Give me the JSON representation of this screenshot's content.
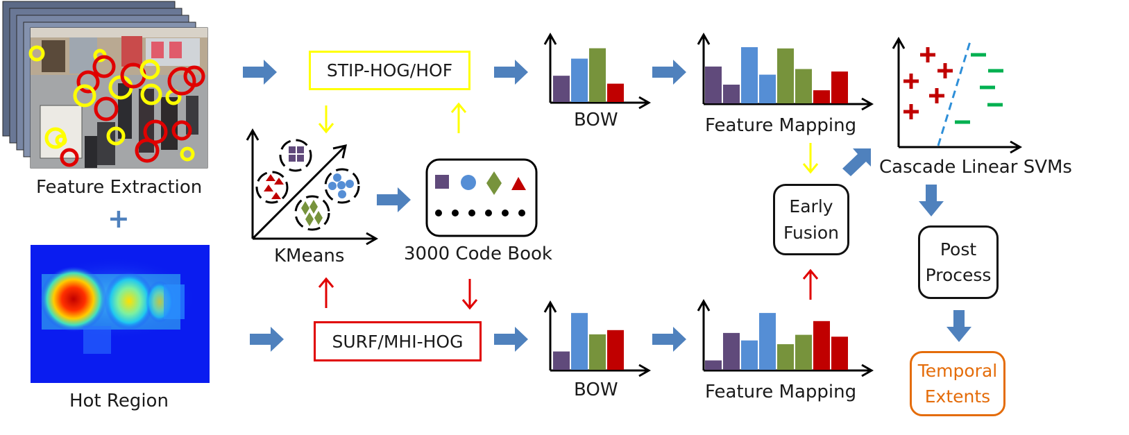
{
  "labels": {
    "feature_extraction": "Feature Extraction",
    "plus": "+",
    "hot_region": "Hot Region",
    "kmeans": "KMeans",
    "code_book": "3000 Code Book",
    "bow_top": "BOW",
    "bow_bottom": "BOW",
    "feature_mapping_top": "Feature Mapping",
    "feature_mapping_bottom": "Feature Mapping",
    "cascade_svms": "Cascade Linear SVMs"
  },
  "boxes": {
    "stip": "STIP-HOG/HOF",
    "surf": "SURF/MHI-HOG",
    "early_fusion_1": "Early",
    "early_fusion_2": "Fusion",
    "post_process_1": "Post",
    "post_process_2": "Process",
    "temporal_1": "Temporal",
    "temporal_2": "Extents"
  },
  "colors": {
    "arrow_blue": "#4f81bd",
    "yellow": "#ffff00",
    "red": "#e00000",
    "orange": "#e46c0a",
    "purple": "#604a7b",
    "blue": "#558ed5",
    "green": "#77933c",
    "darkred": "#c00000",
    "svm_plus": "#c00000",
    "svm_minus": "#00b050"
  },
  "chart_data": [
    {
      "type": "bar",
      "title": "BOW",
      "values": [
        0.43,
        0.71,
        0.88,
        0.3
      ],
      "colors": [
        "purple",
        "blue",
        "green",
        "darkred"
      ]
    },
    {
      "type": "bar",
      "title": "Feature Mapping",
      "values": [
        0.59,
        0.3,
        0.9,
        0.46,
        0.88,
        0.55,
        0.21,
        0.51
      ],
      "colors": [
        "purple",
        "purple",
        "blue",
        "blue",
        "green",
        "green",
        "darkred",
        "darkred"
      ]
    },
    {
      "type": "bar",
      "title": "BOW",
      "values": [
        0.3,
        0.93,
        0.58,
        0.65
      ],
      "colors": [
        "purple",
        "blue",
        "green",
        "darkred"
      ]
    },
    {
      "type": "bar",
      "title": "Feature Mapping",
      "values": [
        0.15,
        0.59,
        0.47,
        0.91,
        0.41,
        0.56,
        0.78,
        0.53
      ],
      "colors": [
        "purple",
        "purple",
        "blue",
        "blue",
        "green",
        "green",
        "darkred",
        "darkred"
      ]
    }
  ]
}
